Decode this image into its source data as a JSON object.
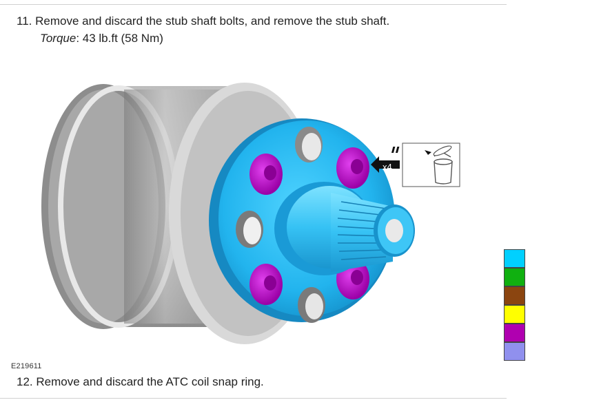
{
  "steps": {
    "step11": {
      "number": "11.",
      "text": "Remove and discard the stub shaft bolts, and remove the stub shaft.",
      "torque_label": "Torque",
      "torque_value": ": 43 lb.ft (58 Nm)"
    },
    "step12": {
      "number": "12.",
      "text": "Remove and discard the ATC coil snap ring."
    }
  },
  "figure": {
    "id": "E219611",
    "callout": "x4"
  },
  "colors": {
    "housing": "#b9b9b9",
    "flange": "#29b6f0",
    "bolt": "#c000c8",
    "swatches": [
      "#00d0ff",
      "#10b010",
      "#8b4510",
      "#ffff00",
      "#b000b0",
      "#9090ee"
    ]
  },
  "icons": {
    "arrow": "arrow-left-icon",
    "discard": "trash-bin-icon"
  }
}
